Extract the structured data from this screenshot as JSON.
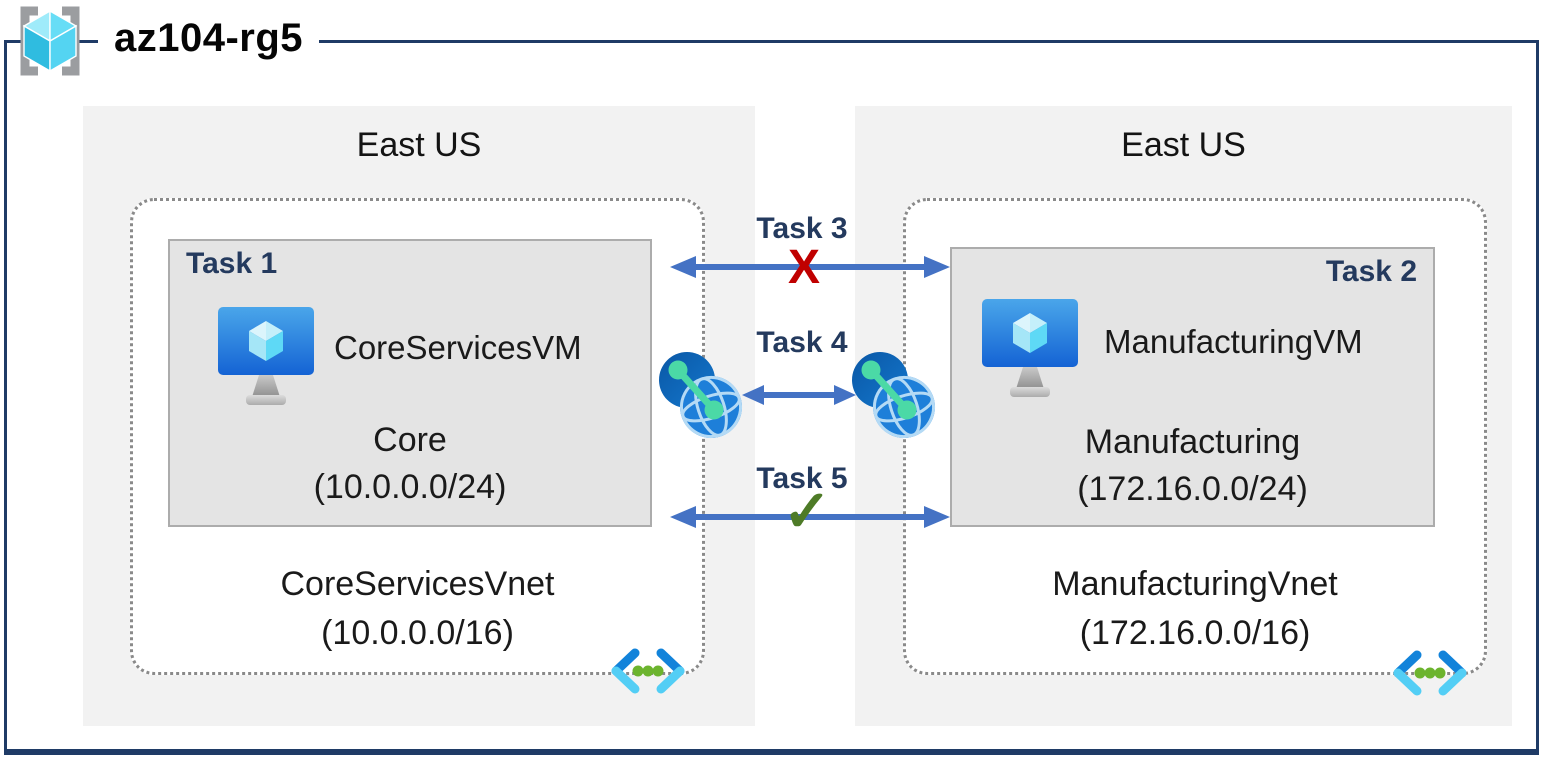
{
  "resource_group": {
    "title": "az104-rg5"
  },
  "regions": [
    {
      "name": "East US",
      "vnet": {
        "name": "CoreServicesVnet",
        "cidr": "(10.0.0.0/16)",
        "subnet": {
          "task": "Task 1",
          "vm": "CoreServicesVM",
          "name": "Core",
          "cidr": "(10.0.0.0/24)"
        }
      }
    },
    {
      "name": "East US",
      "vnet": {
        "name": "ManufacturingVnet",
        "cidr": "(172.16.0.0/16)",
        "subnet": {
          "task": "Task 2",
          "vm": "ManufacturingVM",
          "name": "Manufacturing",
          "cidr": "(172.16.0.0/24)"
        }
      }
    }
  ],
  "connections": [
    {
      "label": "Task 3",
      "marker": "X"
    },
    {
      "label": "Task 4",
      "marker": ""
    },
    {
      "label": "Task 5",
      "marker": "✓"
    }
  ],
  "icons": {
    "resource_group": "resource-group-icon",
    "virtual_machine": "virtual-machine-icon",
    "vnet_peering": "vnet-peering-icon",
    "virtual_network": "virtual-network-icon",
    "blocked": "blocked-x-marker",
    "allowed": "success-check-marker"
  },
  "colors": {
    "frame_navy": "#1F3B66",
    "region_bg": "#F2F2F2",
    "subnet_bg": "#E4E4E4",
    "task_label": "#243A5E",
    "arrow_blue": "#4472C4",
    "blocked_x": "#C00000",
    "check_green": "#4E7B27",
    "azure_blue": "#1283DA",
    "azure_cyan": "#53CEF5",
    "mint_green": "#4BD9A6",
    "dot_green": "#6CB42E"
  }
}
